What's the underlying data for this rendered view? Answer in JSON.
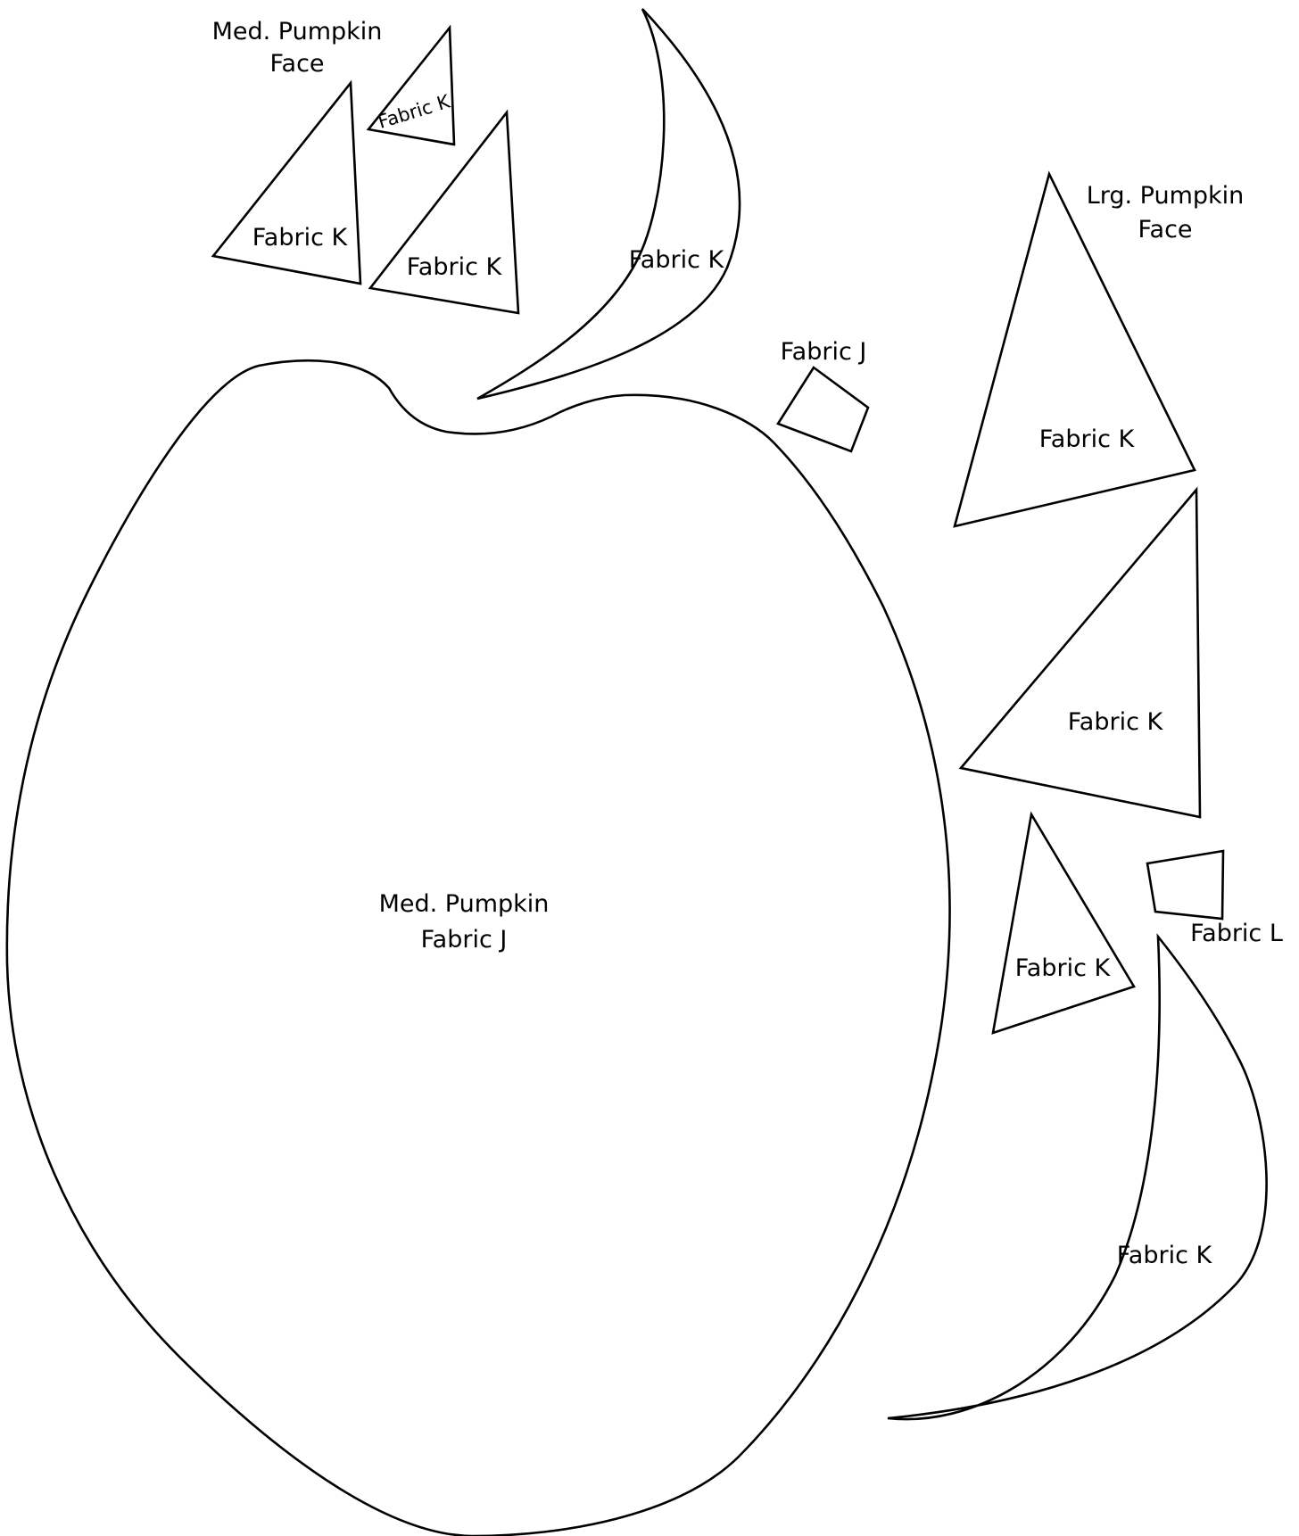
{
  "headings": {
    "medium_face_line1": "Med. Pumpkin",
    "medium_face_line2": "Face",
    "large_face_line1": "Lrg. Pumpkin",
    "large_face_line2": "Face"
  },
  "pieces": {
    "med_face_small_triangle": "Fabric K",
    "med_face_left_eye": "Fabric K",
    "med_face_right_eye": "Fabric K",
    "med_mouth": "Fabric K",
    "med_stem": "Fabric J",
    "pumpkin_body_line1": "Med. Pumpkin",
    "pumpkin_body_line2": "Fabric J",
    "lrg_face_top_triangle": "Fabric K",
    "lrg_face_middle_triangle": "Fabric K",
    "lrg_face_small_triangle": "Fabric K",
    "lrg_stem": "Fabric L",
    "lrg_mouth": "Fabric K"
  },
  "colors": {
    "outline": "#000000",
    "background": "#ffffff"
  }
}
